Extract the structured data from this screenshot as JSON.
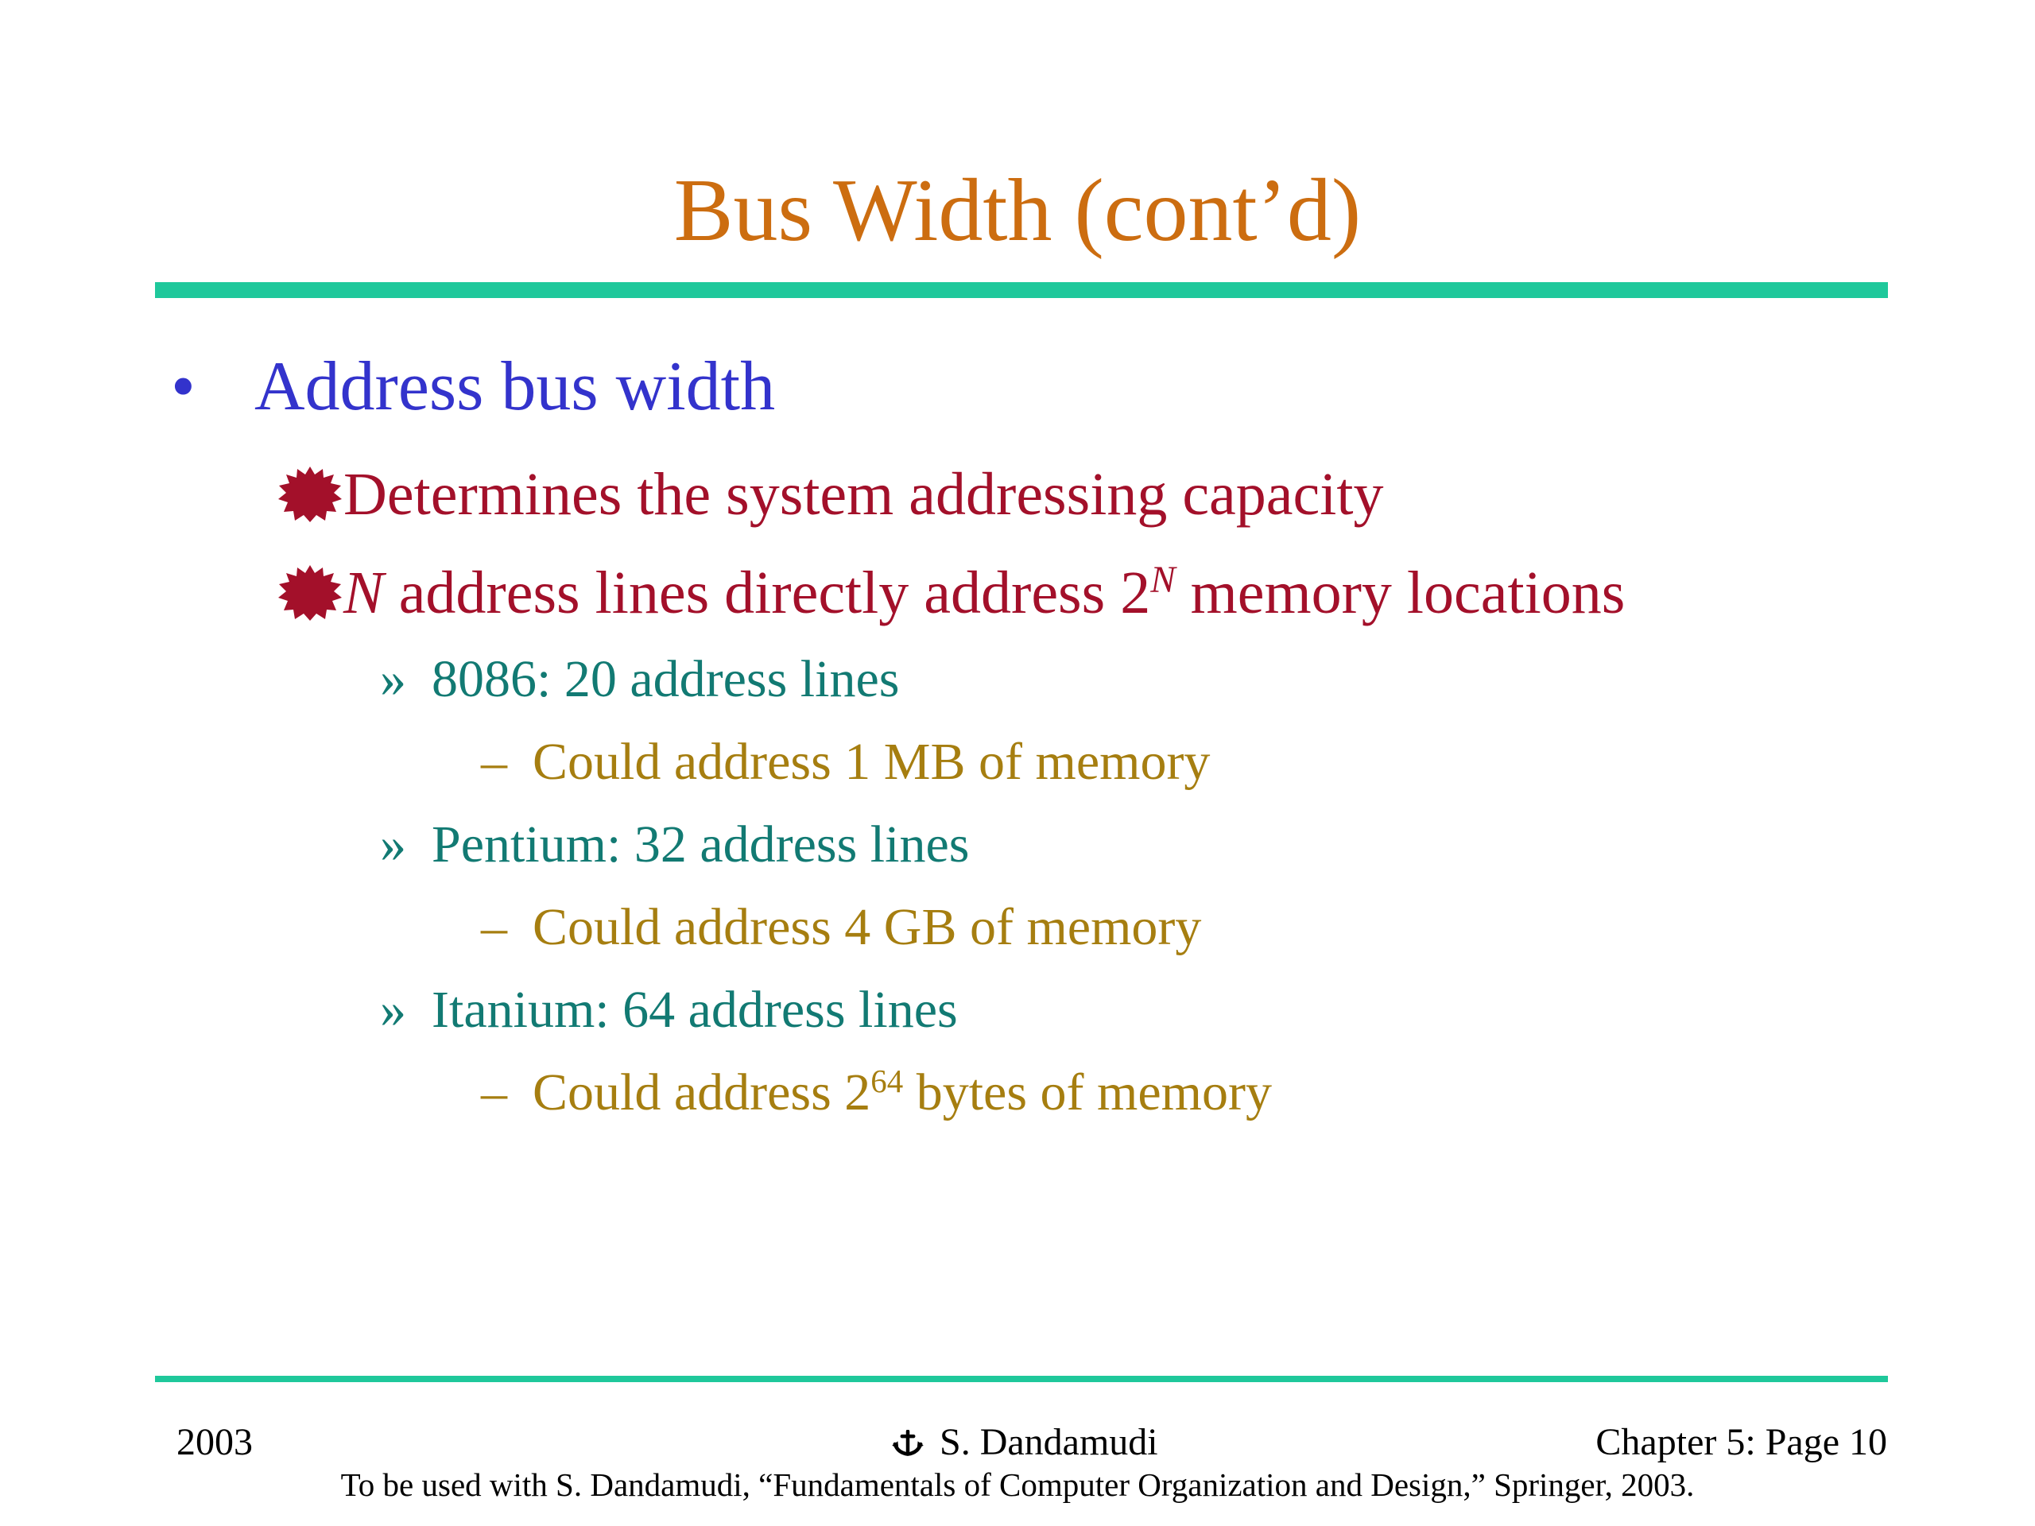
{
  "slide": {
    "title": "Bus Width (cont’d)",
    "colors": {
      "title": "#cc6d10",
      "rule": "#1fc89b",
      "level1": "#3333cc",
      "level2": "#a3102a",
      "level3": "#127a73",
      "level4": "#a67e10",
      "footer": "#000000"
    },
    "bullets": {
      "l1_marker": "•",
      "l1_text": "Address bus width",
      "l2_marker_icon": "burst-bullet-icon",
      "l2_a_text": "Determines the system addressing capacity",
      "l2_b_italic": "N",
      "l2_b_text": " address lines directly address 2",
      "l2_b_sup": "N",
      "l2_b_tail": " memory locations",
      "l3_marker": "»",
      "l4_marker": "–",
      "items": [
        {
          "label": "8086: 20 address lines",
          "detail": "Could address 1 MB of memory"
        },
        {
          "label": "Pentium: 32 address lines",
          "detail": "Could address 4 GB of memory"
        },
        {
          "label": "Itanium: 64 address lines",
          "detail_pre": "Could address 2",
          "detail_sup": "64",
          "detail_post": " bytes of memory"
        }
      ]
    }
  },
  "footer": {
    "year": "2003",
    "author": "S. Dandamudi",
    "author_icon": "anchor-logo-icon",
    "page": "Chapter 5: Page 10",
    "credit": "To be used with S. Dandamudi, “Fundamentals of Computer Organization and Design,” Springer, 2003."
  }
}
